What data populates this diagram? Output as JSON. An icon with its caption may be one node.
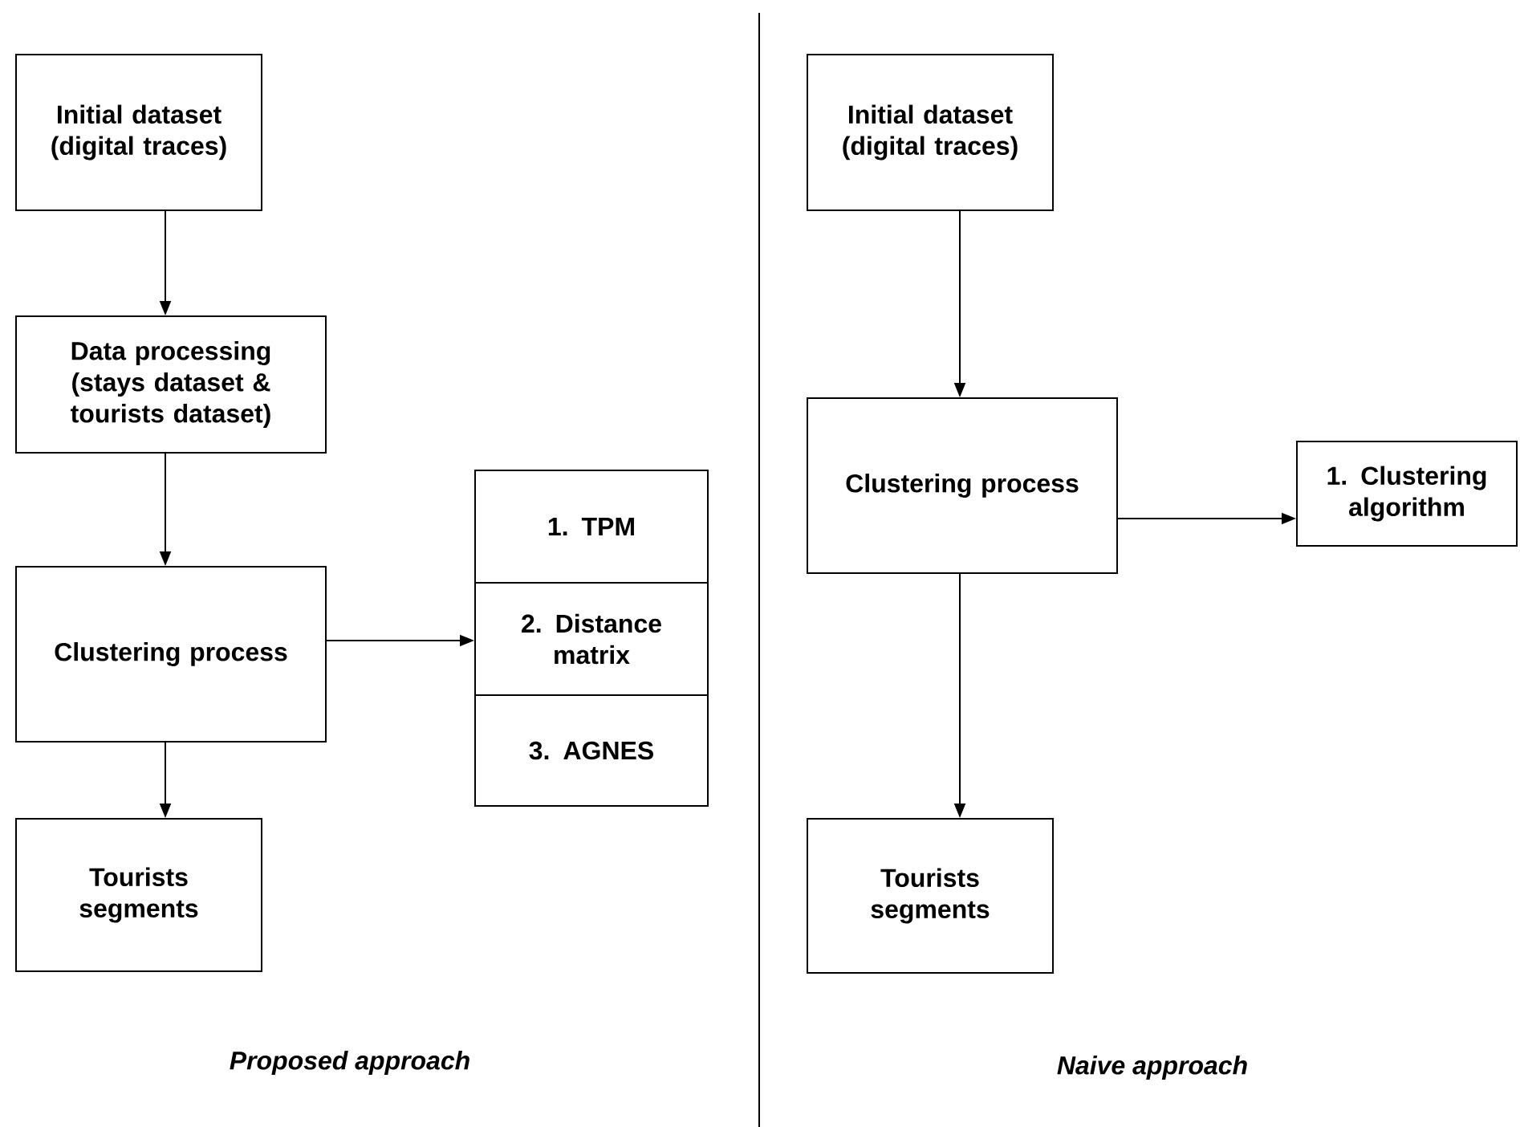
{
  "diagram": {
    "nodes": [
      {
        "text": [
          "Initial dataset (digital traces)"
        ]
      },
      {
        "text": [
          "Data processing (stays dataset & tourists dataset)"
        ]
      },
      {
        "text": [
          "Clustering process"
        ]
      },
      {
        "text": [
          "Tourists segments"
        ]
      },
      {
        "text": [
          "1. TPM"
        ]
      },
      {
        "text": [
          "2. Distance matrix"
        ]
      },
      {
        "text": [
          "3. AGNES"
        ]
      },
      {
        "text": [
          "Initial dataset (digital traces)"
        ]
      },
      {
        "text": [
          "Clustering process"
        ]
      },
      {
        "text": [
          "1. Clustering algorithm"
        ]
      },
      {
        "text": [
          "Tourists segments"
        ]
      }
    ],
    "edges": [
      {
        "from": 0,
        "to": 1,
        "arrow": "to"
      },
      {
        "from": 1,
        "to": 2,
        "arrow": "to"
      },
      {
        "from": 2,
        "to": 3,
        "arrow": "to"
      },
      {
        "from": 2,
        "to": 5,
        "arrow": "to"
      },
      {
        "from": 7,
        "to": 8,
        "arrow": "to"
      },
      {
        "from": 8,
        "to": 9,
        "arrow": "to"
      },
      {
        "from": 8,
        "to": 10,
        "arrow": "to"
      }
    ],
    "labels": [
      "Proposed approach",
      "Naive approach"
    ]
  }
}
